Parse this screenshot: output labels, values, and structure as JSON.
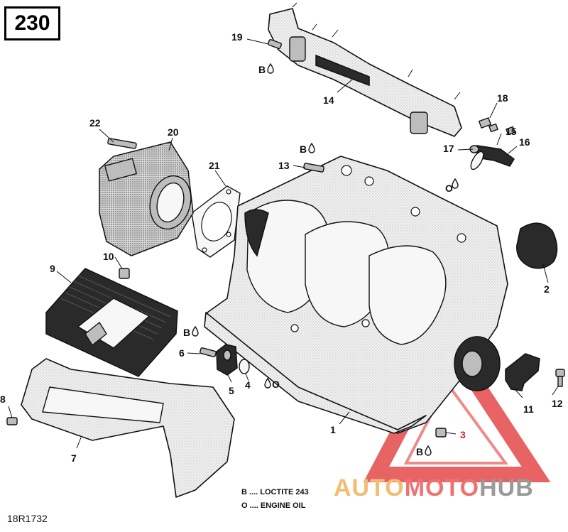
{
  "page_number": "230",
  "reference_code": "18R1732",
  "legend": [
    {
      "symbol": "B",
      "text": "B .... LOCTITE 243"
    },
    {
      "symbol": "O",
      "text": "O .... ENGINE OIL"
    }
  ],
  "callouts": {
    "c1": "1",
    "c2": "2",
    "c3": "3",
    "c4": "4",
    "c5": "5",
    "c6": "6",
    "c7": "7",
    "c8": "8",
    "c9": "9",
    "c10": "10",
    "c11": "11",
    "c12": "12",
    "c13": "13",
    "c14": "14",
    "c15": "15",
    "c16": "16",
    "c17": "17",
    "c18": "18",
    "c19": "19",
    "c20": "20",
    "c21": "21",
    "c22": "22"
  },
  "fluid_marks": {
    "b19": "B",
    "b13": "B",
    "b6": "B",
    "b3": "B",
    "o17": "O",
    "o4": "O"
  },
  "watermark": {
    "part1": "AUTO",
    "part2": "MOTO",
    "part3": "HUB"
  },
  "colors": {
    "line": "#111111",
    "watermark_red": "#e23c3c",
    "watermark_orange": "#f2bd73"
  }
}
